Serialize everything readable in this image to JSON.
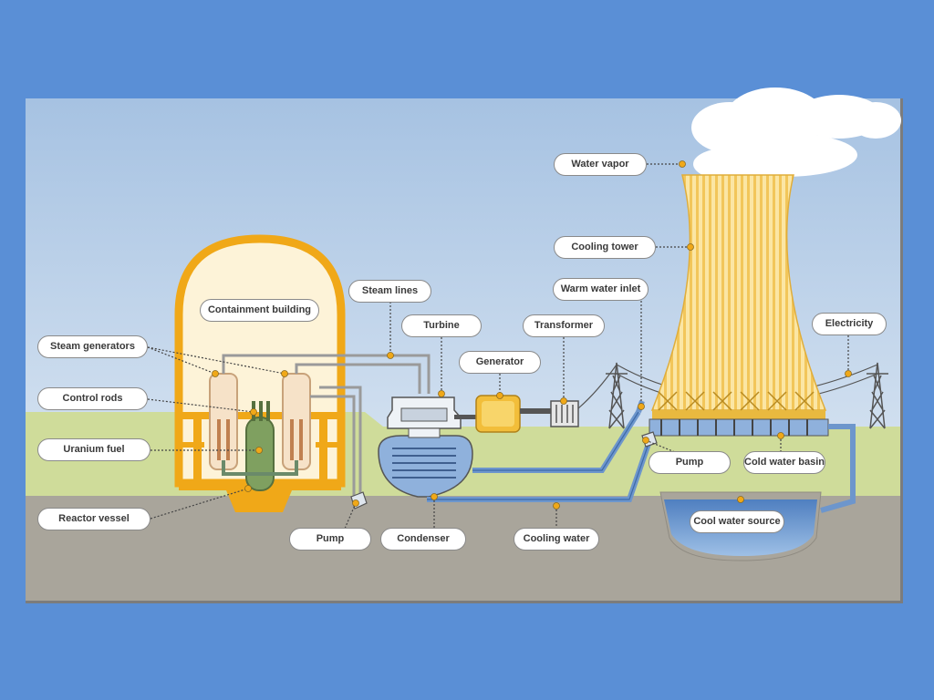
{
  "labels": {
    "water_vapor": "Water vapor",
    "cooling_tower": "Cooling tower",
    "steam_lines": "Steam lines",
    "warm_water_inlet": "Warm water inlet",
    "containment_building": "Containment building",
    "turbine": "Turbine",
    "transformer": "Transformer",
    "electricity": "Electricity",
    "steam_generators": "Steam generators",
    "generator": "Generator",
    "control_rods": "Control rods",
    "uranium_fuel": "Uranium fuel",
    "pump_right": "Pump",
    "cold_water_basin": "Cold water basin",
    "reactor_vessel": "Reactor vessel",
    "cool_water_source": "Cool water source",
    "pump_left": "Pump",
    "condenser": "Condenser",
    "cooling_water": "Cooling water"
  },
  "colors": {
    "page_background": "#5a8fd6",
    "sky": "#a9c4e2",
    "ground_green": "#cfdc9a",
    "ground_brown": "#a8a49a",
    "containment_orange": "#f0a818",
    "tower_yellow": "#f8d878",
    "water_blue": "#5c88c4",
    "pipe_gray": "#9a9a9a"
  }
}
